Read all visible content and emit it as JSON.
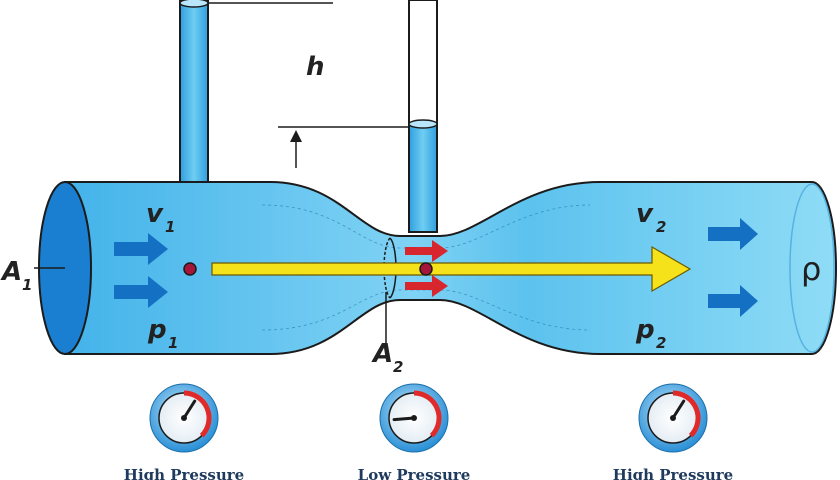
{
  "labels": {
    "h": "h",
    "v1": "v",
    "v1_sub": "1",
    "p1": "p",
    "p1_sub": "1",
    "A1": "A",
    "A1_sub": "1",
    "v2": "v",
    "v2_sub": "2",
    "p2": "p",
    "p2_sub": "2",
    "A2": "A",
    "A2_sub": "2",
    "rho": "ρ"
  },
  "gauges": [
    {
      "label": "High Pressure",
      "needle_level": 0.62
    },
    {
      "label": "Low Pressure",
      "needle_level": 0.15
    },
    {
      "label": "High Pressure",
      "needle_level": 0.62
    }
  ],
  "colors": {
    "pipe_fill": "#5fc3ee",
    "pipe_stroke": "#1b1b1b",
    "end_ellipse": "#1a7fd0",
    "flow_arrow": "#1470c2",
    "main_arrow": "#f5e21a",
    "fast_arrow": "#d8262e",
    "particle": "#a5163a",
    "gauge_red": "#e02a2a",
    "gauge_text": "#1f3a5c"
  },
  "icons": {
    "flow_arrows": "arrow-right-icon",
    "gauge": "pressure-gauge-icon",
    "particle": "particle-dot-icon"
  }
}
